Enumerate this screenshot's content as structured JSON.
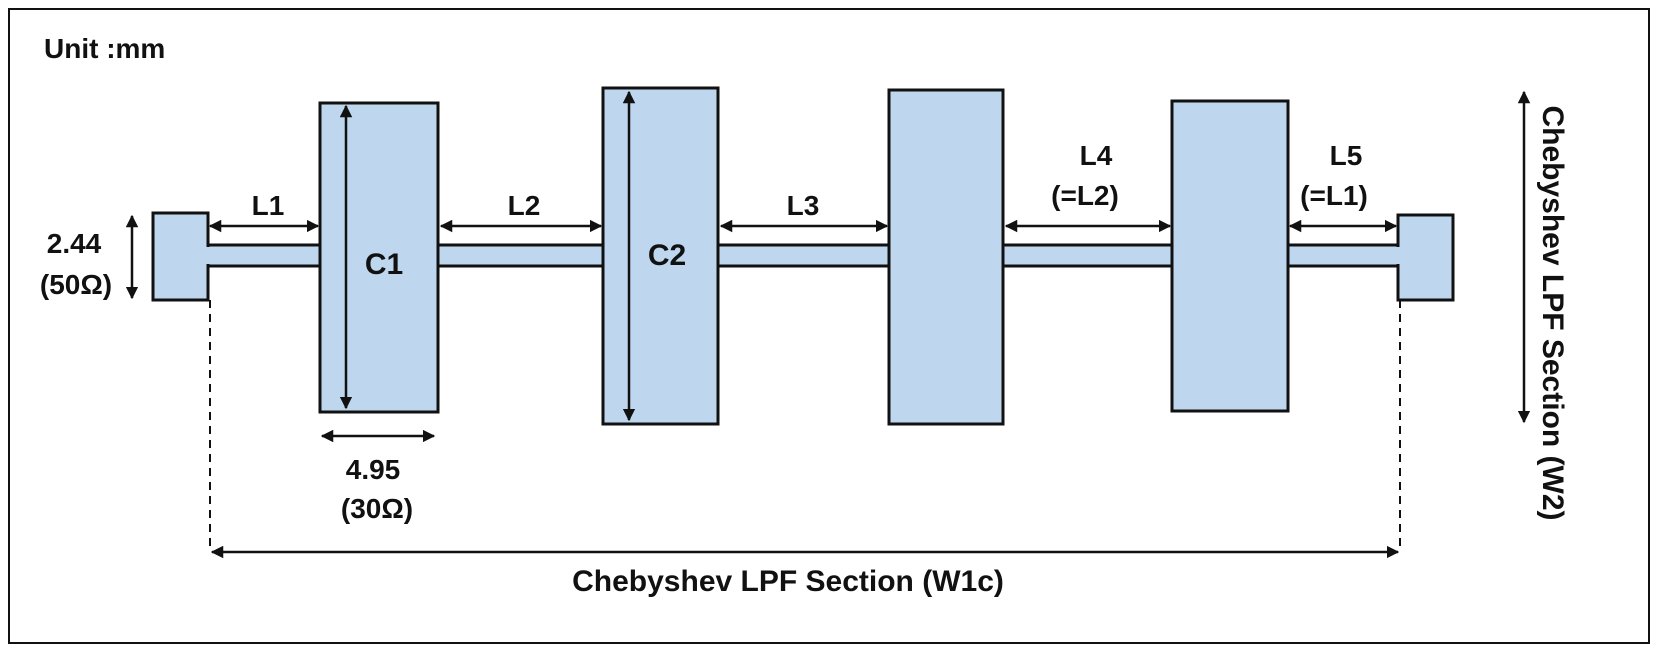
{
  "unit_label": "Unit :mm",
  "colors": {
    "patch_fill": "#bed7ee",
    "ink": "#111111",
    "frame": "#111111"
  },
  "capacitors": {
    "c1": "C1",
    "c2": "C2"
  },
  "inductors": {
    "l1": "L1",
    "l2": "L2",
    "l3": "L3",
    "l4": "L4",
    "l4_eq": "(=L2)",
    "l5": "L5",
    "l5_eq": "(=L1)"
  },
  "feed_width": {
    "value": "2.44",
    "impedance": "(50Ω)"
  },
  "cap_width": {
    "value": "4.95",
    "impedance": "(30Ω)"
  },
  "sections": {
    "horizontal": "Chebyshev LPF Section (W1c)",
    "vertical": "Chebyshev LPF Section (W2)"
  }
}
